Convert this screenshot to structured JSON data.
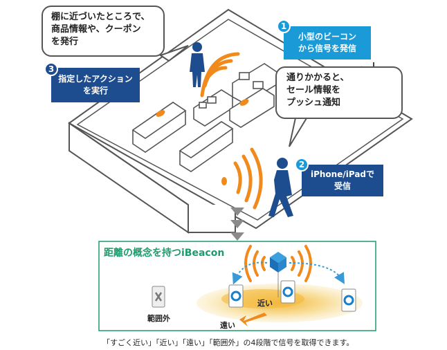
{
  "bubbles": {
    "top_left": [
      "棚に近づいたところで、",
      "商品情報や、クーポン",
      "を発行"
    ],
    "right": [
      "通りかかると、",
      "セール情報を",
      "プッシュ通知"
    ]
  },
  "steps": [
    {
      "number": "1",
      "lines": [
        "小型のビーコン",
        "から信号を発信"
      ]
    },
    {
      "number": "2",
      "lines": [
        "iPhone/iPadで",
        "受信"
      ]
    },
    {
      "number": "3",
      "lines": [
        "指定したアクション",
        "を実行"
      ]
    }
  ],
  "ibeacon": {
    "title": "距離の概念を持つiBeacon",
    "out_of_range": "範囲外",
    "near": "近い",
    "far": "遠い"
  },
  "caption": "「すごく近い」「近い」「遠い」「範囲外」の4段階で信号を取得できます。",
  "colors": {
    "step_blue": "#1a9ad6",
    "step_navy": "#1d4d8f",
    "ibeacon_green": "#1c9c6c",
    "signal_orange": "#f08a1c",
    "arrow_gray": "#8a8a8a"
  }
}
